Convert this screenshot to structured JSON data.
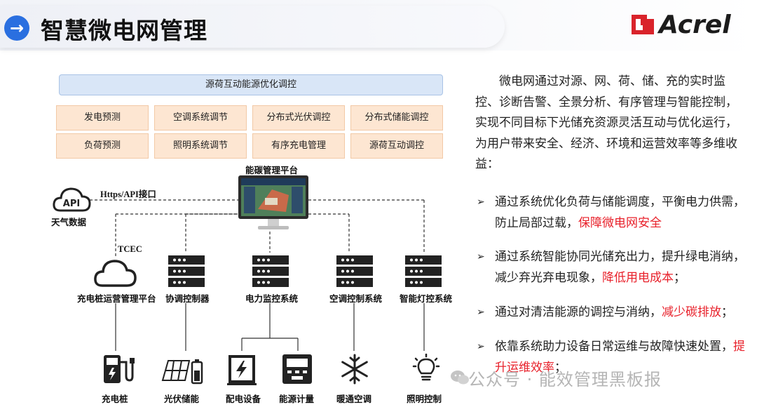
{
  "header": {
    "title": "智慧微电网管理",
    "logo_text": "Acrel",
    "accent": "#2a6fe0"
  },
  "diagram": {
    "top_band": "源荷互动能源优化调控",
    "grid_row1": [
      "发电预测",
      "空调系统调节",
      "分布式光伏调控",
      "分布式储能调控"
    ],
    "grid_row2": [
      "负荷预测",
      "照明系统调节",
      "有序充电管理",
      "源荷互动调控"
    ],
    "platform": "能碳管理平台",
    "api_label": "Https/API接口",
    "api_icon_text": "API",
    "weather": "天气数据",
    "tcec": "TCEC",
    "systems": [
      "充电桩运营管理平台",
      "协调控制器",
      "电力监控系统",
      "空调控制系统",
      "智能灯控系统"
    ],
    "devices": [
      "充电桩",
      "光伏储能",
      "配电设备",
      "能源计量",
      "暖通空调",
      "照明控制"
    ]
  },
  "text": {
    "intro": "微电网通过对源、网、荷、储、充的实时监控、诊断告警、全景分析、有序管理与智能控制，实现不同目标下光储充资源灵活互动与优化运行，为用户带来安全、经济、环境和运营效率等多维收益：",
    "bullet_marker": "➢",
    "bullets": [
      {
        "text": "通过系统优化负荷与储能调度，平衡电力供需，防止局部过载，",
        "highlight": "保障微电网安全",
        "tail": ""
      },
      {
        "text": "通过系统智能协同光储充出力，提升绿电消纳，减少弃光弃电现象，",
        "highlight": "降低用电成本",
        "tail": "；"
      },
      {
        "text": "通过对清洁能源的调控与消纳，",
        "highlight": "减少碳排放",
        "tail": "；"
      },
      {
        "text": "依靠系统助力设备日常运维与故障快速处置，",
        "highlight": "提升运维效率",
        "tail": "；"
      }
    ],
    "highlight_color": "#e8202a"
  },
  "watermark": "公众号 · 能效管理黑板报"
}
